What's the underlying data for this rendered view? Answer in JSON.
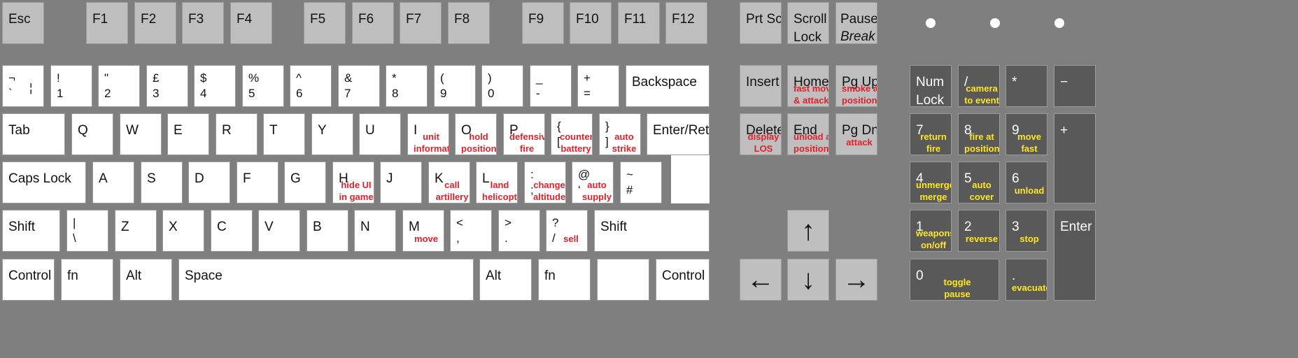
{
  "keyboard": {
    "keys": [
      {
        "id": "esc",
        "label": "Esc",
        "icon": "keycap"
      },
      {
        "id": "f1",
        "label": "F1"
      },
      {
        "id": "f2",
        "label": "F2"
      },
      {
        "id": "f3",
        "label": "F3"
      },
      {
        "id": "f4",
        "label": "F4"
      },
      {
        "id": "f5",
        "label": "F5"
      },
      {
        "id": "f6",
        "label": "F6"
      },
      {
        "id": "f7",
        "label": "F7"
      },
      {
        "id": "f8",
        "label": "F8"
      },
      {
        "id": "f9",
        "label": "F9"
      },
      {
        "id": "f10",
        "label": "F10"
      },
      {
        "id": "f11",
        "label": "F11"
      },
      {
        "id": "f12",
        "label": "F12"
      },
      {
        "id": "prt-scrn",
        "label": "Prt Scrn"
      },
      {
        "id": "scroll-lock",
        "label": "Scroll\nLock"
      },
      {
        "id": "pause",
        "label": "Pause",
        "sub": "Break"
      },
      {
        "id": "backtick",
        "top": "¬",
        "bottom": "`",
        "extra": "¦"
      },
      {
        "id": "1",
        "top": "!",
        "bottom": "1"
      },
      {
        "id": "2",
        "top": "\"",
        "bottom": "2"
      },
      {
        "id": "3",
        "top": "£",
        "bottom": "3"
      },
      {
        "id": "4",
        "top": "$",
        "bottom": "4"
      },
      {
        "id": "5",
        "top": "%",
        "bottom": "5"
      },
      {
        "id": "6",
        "top": "^",
        "bottom": "6"
      },
      {
        "id": "7",
        "top": "&",
        "bottom": "7"
      },
      {
        "id": "8",
        "top": "*",
        "bottom": "8"
      },
      {
        "id": "9",
        "top": "(",
        "bottom": "9"
      },
      {
        "id": "0",
        "top": ")",
        "bottom": "0"
      },
      {
        "id": "minus",
        "top": "_",
        "bottom": "-"
      },
      {
        "id": "equals",
        "top": "+",
        "bottom": "="
      },
      {
        "id": "backspace",
        "label": "Backspace"
      },
      {
        "id": "tab",
        "label": "Tab"
      },
      {
        "id": "q",
        "label": "Q"
      },
      {
        "id": "w",
        "label": "W"
      },
      {
        "id": "e",
        "label": "E"
      },
      {
        "id": "r",
        "label": "R"
      },
      {
        "id": "t",
        "label": "T"
      },
      {
        "id": "y",
        "label": "Y"
      },
      {
        "id": "u",
        "label": "U"
      },
      {
        "id": "i",
        "label": "I",
        "action": "unit\ninformation"
      },
      {
        "id": "o",
        "label": "O",
        "action": "hold\nposition"
      },
      {
        "id": "p",
        "label": "P",
        "action": "defensive\nfire"
      },
      {
        "id": "lbracket",
        "top": "{",
        "bottom": "[",
        "action": "counter\nbattery"
      },
      {
        "id": "rbracket",
        "top": "}",
        "bottom": "]",
        "action": "auto\nstrike"
      },
      {
        "id": "enter",
        "label": "Enter/Return"
      },
      {
        "id": "caps",
        "label": "Caps Lock"
      },
      {
        "id": "a",
        "label": "A"
      },
      {
        "id": "s",
        "label": "S"
      },
      {
        "id": "d",
        "label": "D"
      },
      {
        "id": "f",
        "label": "F"
      },
      {
        "id": "g",
        "label": "G"
      },
      {
        "id": "h",
        "label": "H",
        "action": "hide UI\nin game"
      },
      {
        "id": "j",
        "label": "J"
      },
      {
        "id": "k",
        "label": "K",
        "action": "call\nartillery"
      },
      {
        "id": "l",
        "label": "L",
        "action": "land\nhelicopter"
      },
      {
        "id": "semicolon",
        "top": ":",
        "bottom": ";",
        "action": "change\naltitude"
      },
      {
        "id": "quote",
        "top": "@",
        "bottom": "‘",
        "action": "auto\nsupply"
      },
      {
        "id": "hash",
        "top": "~",
        "bottom": "#"
      },
      {
        "id": "lshift",
        "label": "Shift"
      },
      {
        "id": "backslash",
        "top": "|",
        "bottom": "\\"
      },
      {
        "id": "z",
        "label": "Z"
      },
      {
        "id": "x",
        "label": "X"
      },
      {
        "id": "c",
        "label": "C"
      },
      {
        "id": "v",
        "label": "V"
      },
      {
        "id": "b",
        "label": "B"
      },
      {
        "id": "n",
        "label": "N"
      },
      {
        "id": "m",
        "label": "M",
        "action": "move"
      },
      {
        "id": "comma",
        "top": "<",
        "bottom": ","
      },
      {
        "id": "period",
        "top": ">",
        "bottom": "."
      },
      {
        "id": "slash",
        "top": "?",
        "bottom": "/",
        "action": "sell"
      },
      {
        "id": "rshift",
        "label": "Shift"
      },
      {
        "id": "lcontrol",
        "label": "Control"
      },
      {
        "id": "lfn",
        "label": "fn"
      },
      {
        "id": "lalt",
        "label": "Alt"
      },
      {
        "id": "space",
        "label": "Space"
      },
      {
        "id": "ralt",
        "label": "Alt"
      },
      {
        "id": "rfn",
        "label": "fn"
      },
      {
        "id": "blank",
        "label": ""
      },
      {
        "id": "rcontrol",
        "label": "Control"
      },
      {
        "id": "insert",
        "label": "Insert"
      },
      {
        "id": "home",
        "label": "Home",
        "action": "fast move\n& attack"
      },
      {
        "id": "pgup",
        "label": "Pg Up",
        "action": "smoke at\nposition"
      },
      {
        "id": "delete",
        "label": "Delete",
        "action": "display\nLOS"
      },
      {
        "id": "end",
        "label": "End",
        "action": "unload at\nposition"
      },
      {
        "id": "pgdn",
        "label": "Pg Dn",
        "action": "attack"
      },
      {
        "id": "up",
        "arrow": "↑"
      },
      {
        "id": "left",
        "arrow": "←"
      },
      {
        "id": "down",
        "arrow": "↓"
      },
      {
        "id": "right",
        "arrow": "→"
      },
      {
        "id": "numlock",
        "label": "Num\nLock"
      },
      {
        "id": "num-divide",
        "label": "/",
        "action": "camera\nto event"
      },
      {
        "id": "num-multiply",
        "label": "*"
      },
      {
        "id": "num-minus",
        "label": "−"
      },
      {
        "id": "num7",
        "label": "7",
        "action": "return\nfire"
      },
      {
        "id": "num8",
        "label": "8",
        "action": "fire at\nposition"
      },
      {
        "id": "num9",
        "label": "9",
        "action": "move\nfast"
      },
      {
        "id": "num-plus",
        "label": "+"
      },
      {
        "id": "num4",
        "label": "4",
        "action": "unmerge/\nmerge"
      },
      {
        "id": "num5",
        "label": "5",
        "action": "auto\ncover"
      },
      {
        "id": "num6",
        "label": "6",
        "action": "unload"
      },
      {
        "id": "num1",
        "label": "1",
        "action": "weapons\non/off"
      },
      {
        "id": "num2",
        "label": "2",
        "action": "reverse"
      },
      {
        "id": "num3",
        "label": "3",
        "action": "stop"
      },
      {
        "id": "num-enter",
        "label": "Enter"
      },
      {
        "id": "num0",
        "label": "0",
        "action": "toggle\npause"
      },
      {
        "id": "num-decimal",
        "label": ".",
        "action": "evacuate"
      }
    ],
    "colors": {
      "background": "#7f7f7f",
      "white_key": "#ffffff",
      "light_key": "#bfbfbf",
      "dark_key": "#595959",
      "action_red": "#e0202a",
      "action_yellow": "#ffe620"
    },
    "leds": [
      "num-lock-led",
      "caps-lock-led",
      "scroll-lock-led"
    ]
  }
}
